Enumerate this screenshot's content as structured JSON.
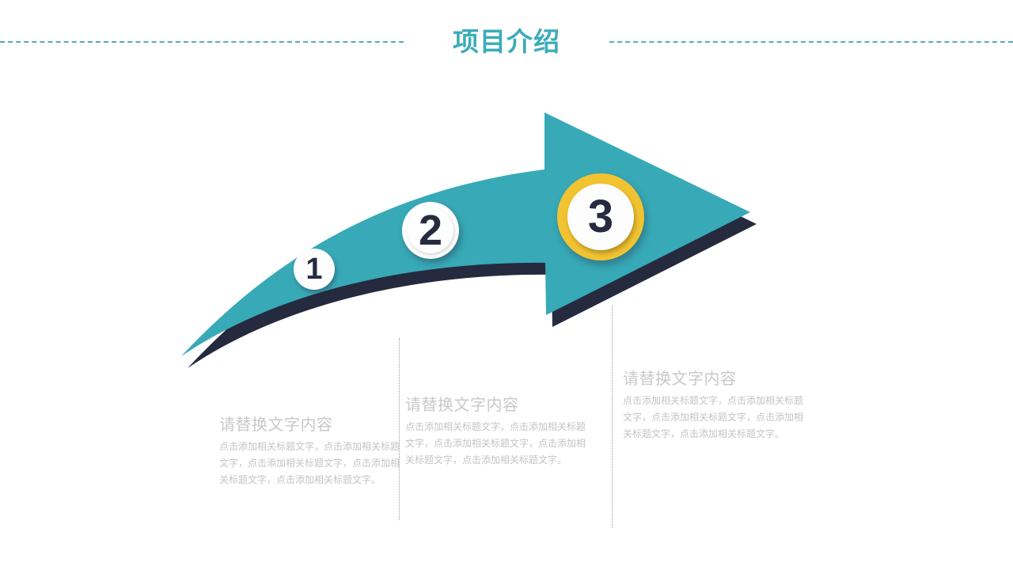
{
  "header": {
    "title": "项目介绍"
  },
  "diagram": {
    "type": "curved-arrow-process",
    "steps": [
      {
        "number": "1"
      },
      {
        "number": "2"
      },
      {
        "number": "3"
      }
    ],
    "colors": {
      "arrow_teal": "#38a9b7",
      "arrow_shadow_navy": "#252a3e",
      "step3_ring_gold": "#f2c331",
      "number_navy": "#262b40",
      "title_teal": "#3bacb9",
      "header_dash_blue": "#58a9c2"
    }
  },
  "text_blocks": [
    {
      "title": "请替换文字内容",
      "body_lines": [
        "点击添加相关标题文字，点击添加相关标题",
        "文字，点击添加相关标题文字，点击添加相",
        "关标题文字，点击添加相关标题文字。"
      ]
    },
    {
      "title": "请替换文字内容",
      "body_lines": [
        "点击添加相关标题文字，点击添加相关标题",
        "文字，点击添加相关标题文字，点击添加相",
        "关标题文字，点击添加相关标题文字。"
      ]
    },
    {
      "title": "请替换文字内容",
      "body_lines": [
        "点击添加相关标题文字，点击添加相关标题",
        "文字，点击添加相关标题文字，点击添加相",
        "关标题文字，点击添加相关标题文字。"
      ]
    }
  ]
}
